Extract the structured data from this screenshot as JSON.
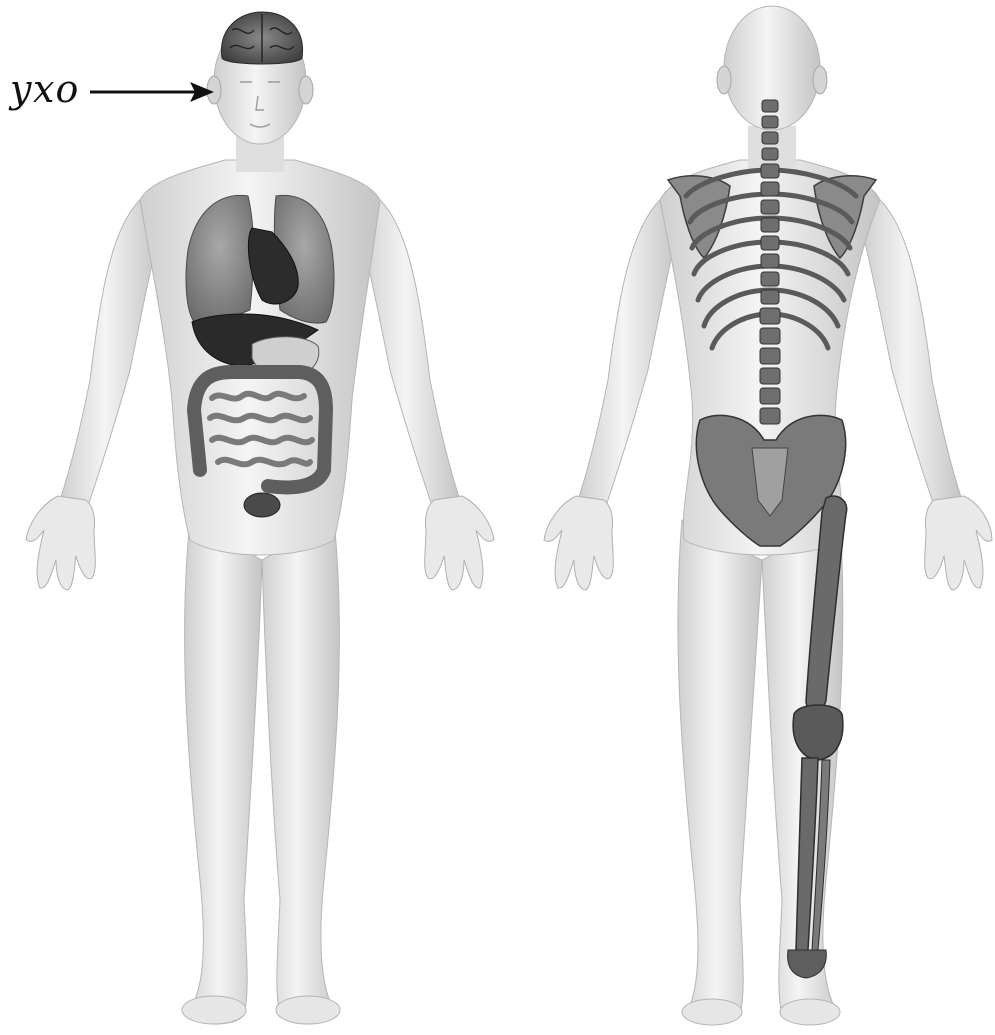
{
  "annotation": {
    "ear_label": "ухо"
  },
  "figures": {
    "front": {
      "shows": [
        "brain",
        "lungs",
        "heart",
        "liver",
        "stomach",
        "small-intestine",
        "large-intestine",
        "bladder"
      ]
    },
    "back": {
      "shows": [
        "spine",
        "rib-cage",
        "scapulae",
        "pelvis",
        "leg-bones"
      ]
    }
  },
  "colors": {
    "skin_light": "#f2f2f2",
    "skin_mid": "#d9d9d9",
    "skin_shadow": "#bcbcbc",
    "organ_dark": "#2e2e2e",
    "organ_mid": "#6b6b6b",
    "organ_light": "#9a9a9a",
    "bone": "#8a8a8a",
    "bone_dark": "#4a4a4a"
  }
}
